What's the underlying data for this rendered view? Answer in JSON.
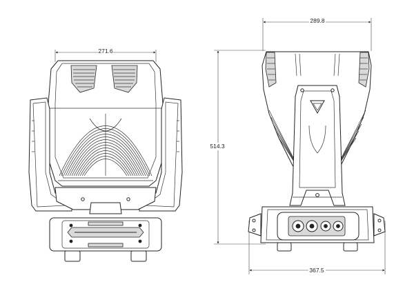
{
  "dimensions": {
    "front_width": "271.6",
    "side_top_width": "289.8",
    "side_height": "514.3",
    "side_base_width": "367.5"
  },
  "colors": {
    "line": "#222222",
    "background": "#ffffff",
    "shade": "#d9d9d9"
  }
}
